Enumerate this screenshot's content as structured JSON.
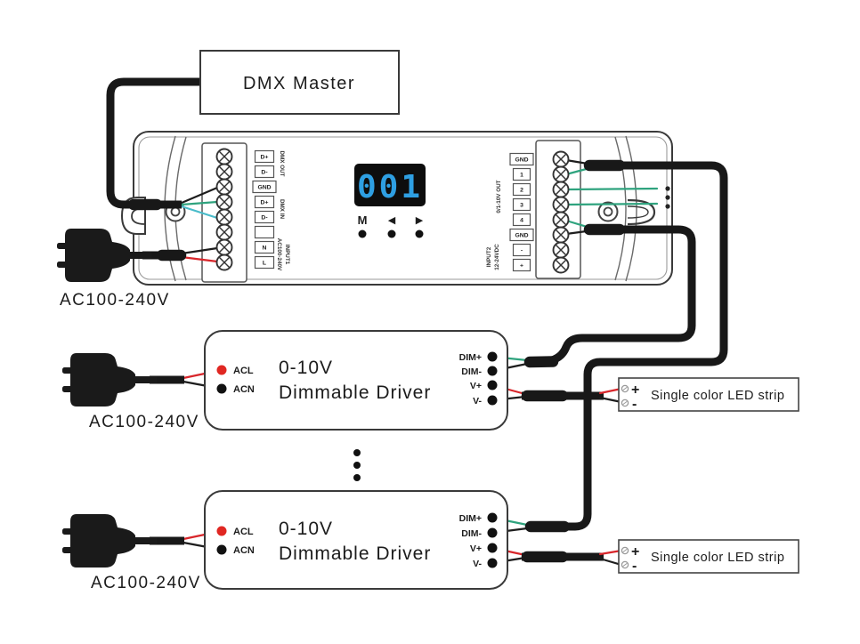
{
  "diagram": {
    "dmx_master_label": "DMX Master",
    "ac_input_labels": [
      "AC100-240V",
      "AC100-240V",
      "AC100-240V"
    ],
    "controller": {
      "display_value": "001",
      "button_menu": "M",
      "button_prev": "◀",
      "button_next": "▶",
      "left_terminals": [
        "D+",
        "D-",
        "GND",
        "D+",
        "D-",
        "",
        "N",
        "L"
      ],
      "left_group_dmx_out": "DMX OUT",
      "left_group_dmx_in": "DMX IN",
      "left_group_input1_line1": "INPUT1",
      "left_group_input1_line2": "AC100-240V",
      "right_terminals": [
        "GND",
        "1",
        "2",
        "3",
        "4",
        "GND",
        "-",
        "+"
      ],
      "right_group_out": "0/1-10V OUT",
      "right_group_input2_line1": "INPUT2",
      "right_group_input2_line2": "12-24VDC"
    },
    "drivers": [
      {
        "name_line1": "0-10V",
        "name_line2": "Dimmable Driver",
        "acl": "ACL",
        "acn": "ACN",
        "dim_plus": "DIM+",
        "dim_minus": "DIM-",
        "v_plus": "V+",
        "v_minus": "V-"
      },
      {
        "name_line1": "0-10V",
        "name_line2": "Dimmable Driver",
        "acl": "ACL",
        "acn": "ACN",
        "dim_plus": "DIM+",
        "dim_minus": "DIM-",
        "v_plus": "V+",
        "v_minus": "V-"
      }
    ],
    "led_strips": [
      {
        "plus": "+",
        "minus": "-",
        "label": "Single color LED strip"
      },
      {
        "plus": "+",
        "minus": "-",
        "label": "Single color LED strip"
      }
    ],
    "colors": {
      "wire_black": "#1d1d1d",
      "wire_green": "#2fa37e",
      "wire_cyan": "#49bcca",
      "wire_red": "#d8262b",
      "cable_black": "#181818",
      "display_digits": "#2e9fe2"
    }
  }
}
